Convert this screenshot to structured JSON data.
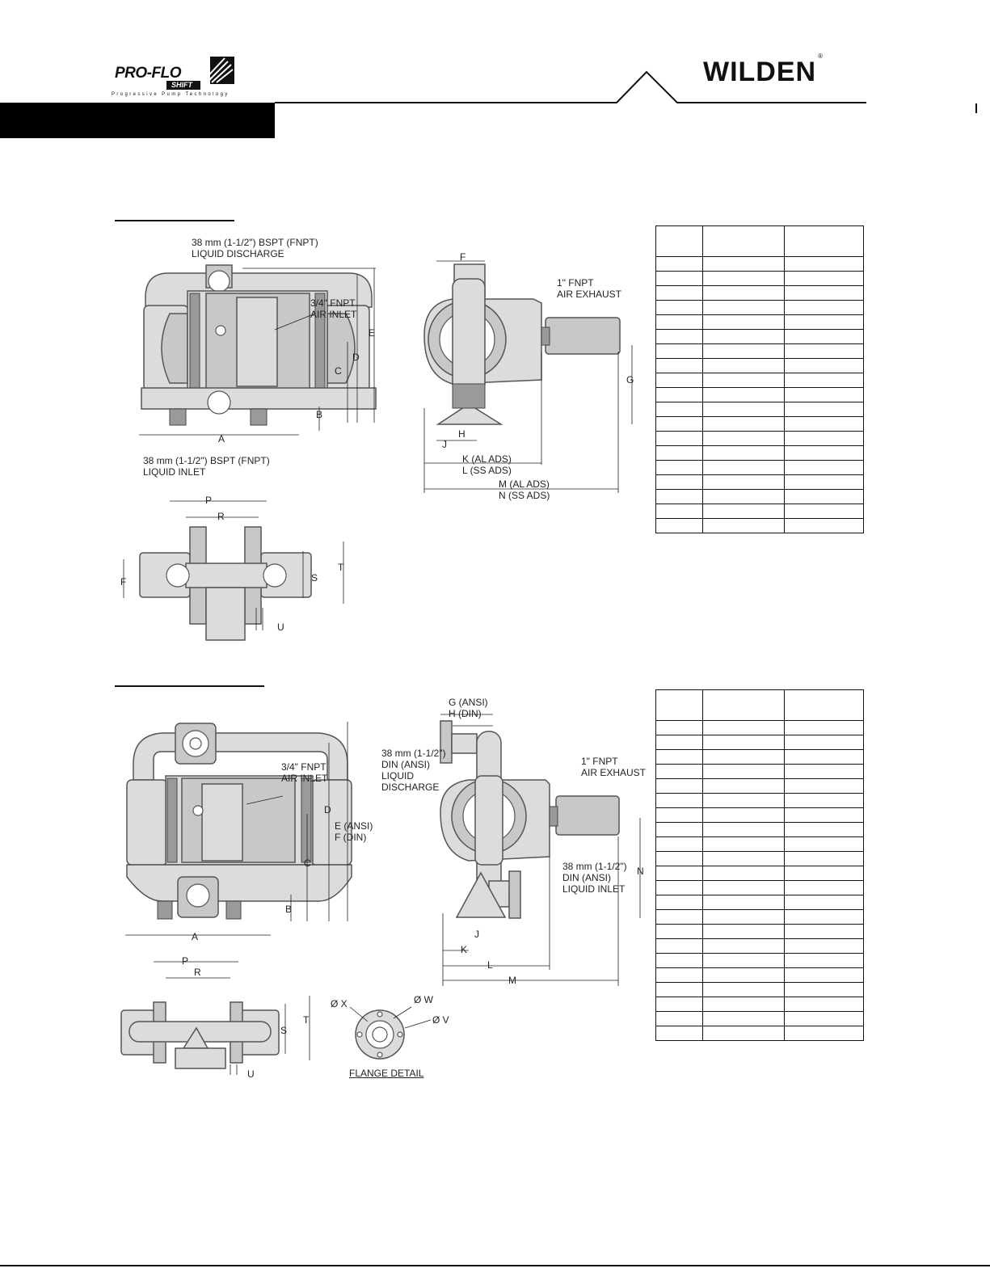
{
  "header": {
    "left_logo": {
      "main": "PRO-FLO",
      "sub": "SHIFT",
      "tagline": "Progressive Pump Technology"
    },
    "right_logo": "WILDEN",
    "right_logo_mark": "®"
  },
  "diagram1": {
    "liquid_discharge": "38 mm (1-1/2\") BSPT (FNPT)\nLIQUID DISCHARGE",
    "air_inlet": "3/4\" FNPT\nAIR INLET",
    "air_exhaust": "1\" FNPT\nAIR EXHAUST",
    "liquid_inlet": "38 mm (1-1/2\") BSPT (FNPT)\nLIQUID INLET",
    "dim_A": "A",
    "dim_B": "B",
    "dim_C": "C",
    "dim_D": "D",
    "dim_E": "E",
    "dim_F": "F",
    "dim_G": "G",
    "dim_H": "H",
    "dim_J": "J",
    "dim_KL": "K (AL ADS)\nL (SS ADS)",
    "dim_MN": "M (AL ADS)\nN (SS ADS)",
    "dim_P": "P",
    "dim_R": "R",
    "dim_S": "S",
    "dim_T": "T",
    "dim_U": "U",
    "dim_F2": "F",
    "table_rows": 20
  },
  "diagram2": {
    "dim_GH": "G (ANSI)\nH (DIN)",
    "liquid_discharge": "38 mm (1-1/2\")\nDIN (ANSI)\nLIQUID\nDISCHARGE",
    "air_inlet": "3/4\" FNPT\nAIR INLET",
    "air_exhaust": "1\" FNPT\nAIR EXHAUST",
    "liquid_inlet": "38 mm (1-1/2\")\nDIN (ANSI)\nLIQUID INLET",
    "dim_A": "A",
    "dim_B": "B",
    "dim_C": "C",
    "dim_D": "D",
    "dim_EF": "E (ANSI)\nF (DIN)",
    "dim_J": "J",
    "dim_K": "K",
    "dim_L": "L",
    "dim_M": "M",
    "dim_N": "N",
    "dim_P": "P",
    "dim_R": "R",
    "dim_S": "S",
    "dim_T": "T",
    "dim_U": "U",
    "dim_X": "Ø X",
    "dim_W": "Ø W",
    "dim_V": "Ø V",
    "flange_detail": "FLANGE DETAIL",
    "table_rows": 23
  }
}
